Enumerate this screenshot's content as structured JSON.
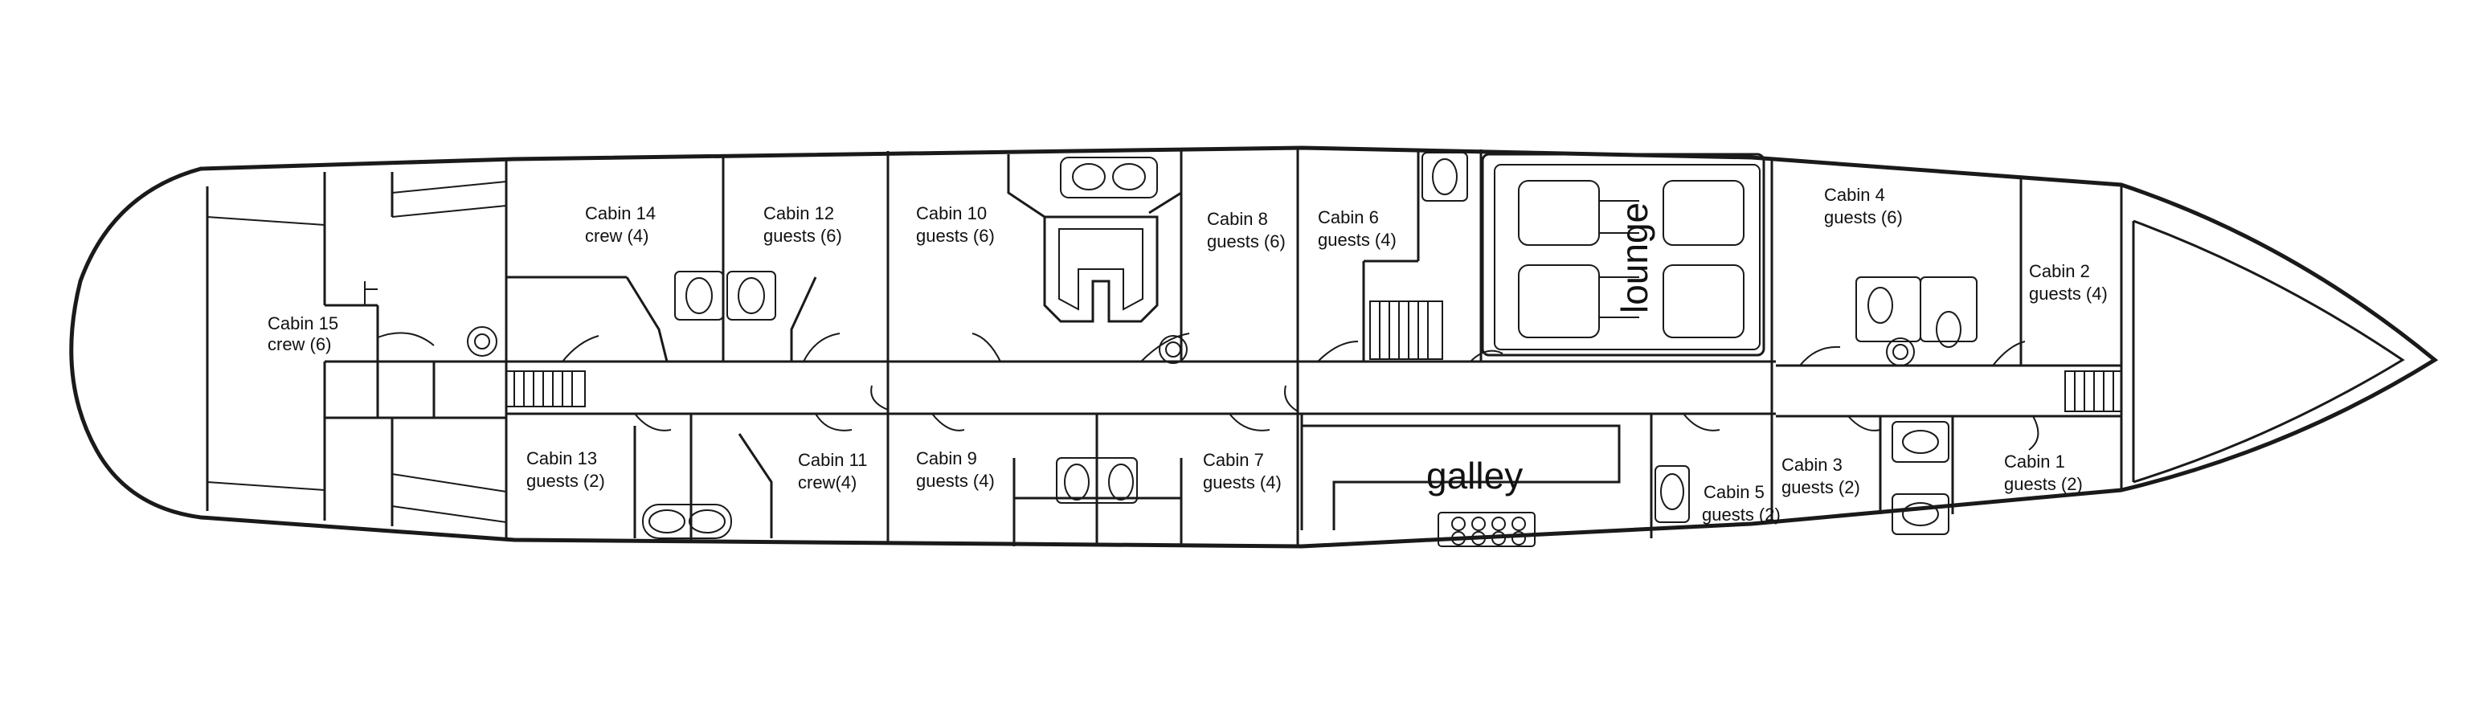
{
  "cabins": [
    {
      "id": "15",
      "name": "Cabin 15",
      "occupancy": "crew (6)"
    },
    {
      "id": "14",
      "name": "Cabin 14",
      "occupancy": "crew (4)"
    },
    {
      "id": "12",
      "name": "Cabin 12",
      "occupancy": "guests (6)"
    },
    {
      "id": "10",
      "name": "Cabin 10",
      "occupancy": "guests (6)"
    },
    {
      "id": "8",
      "name": "Cabin 8",
      "occupancy": "guests (6)"
    },
    {
      "id": "6",
      "name": "Cabin 6",
      "occupancy": "guests (4)"
    },
    {
      "id": "4",
      "name": "Cabin 4",
      "occupancy": "guests (6)"
    },
    {
      "id": "2",
      "name": "Cabin 2",
      "occupancy": "guests (4)"
    },
    {
      "id": "13",
      "name": "Cabin 13",
      "occupancy": "guests (2)"
    },
    {
      "id": "11",
      "name": "Cabin 11",
      "occupancy": "crew(4)"
    },
    {
      "id": "9",
      "name": "Cabin 9",
      "occupancy": "guests (4)"
    },
    {
      "id": "7",
      "name": "Cabin 7",
      "occupancy": "guests (4)"
    },
    {
      "id": "5",
      "name": "Cabin 5",
      "occupancy": "guests (2)"
    },
    {
      "id": "3",
      "name": "Cabin 3",
      "occupancy": "guests (2)"
    },
    {
      "id": "1",
      "name": "Cabin 1",
      "occupancy": "guests (2)"
    }
  ],
  "rooms": {
    "galley": "galley",
    "lounge": "lounge"
  }
}
